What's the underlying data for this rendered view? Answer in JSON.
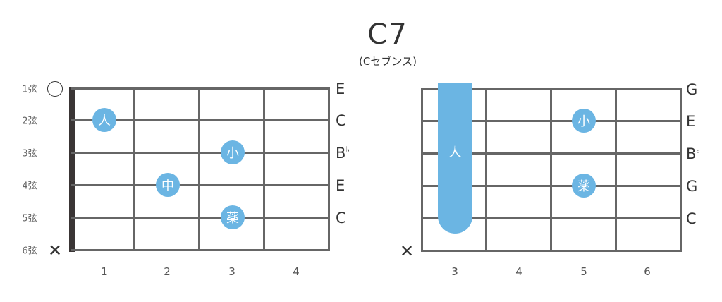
{
  "title": "C7",
  "subtitle": "(Cセブンス)",
  "left": {
    "string_labels": [
      "1弦",
      "2弦",
      "3弦",
      "4弦",
      "5弦",
      "6弦"
    ],
    "notes": [
      "E",
      "C",
      "B",
      "E",
      "C"
    ],
    "flat": "♭",
    "fret_numbers": [
      "1",
      "2",
      "3",
      "4"
    ],
    "open_marker": "○",
    "mute_marker": "✕",
    "fingers": [
      {
        "string": 2,
        "fret": 1,
        "label": "人"
      },
      {
        "string": 3,
        "fret": 3,
        "label": "小"
      },
      {
        "string": 4,
        "fret": 2,
        "label": "中"
      },
      {
        "string": 5,
        "fret": 3,
        "label": "薬"
      }
    ]
  },
  "right": {
    "notes": [
      "G",
      "E",
      "B",
      "G",
      "C"
    ],
    "flat": "♭",
    "fret_numbers": [
      "3",
      "4",
      "5",
      "6"
    ],
    "mute_marker": "✕",
    "barre": {
      "fret": 3,
      "strings": "1-5",
      "label": "人"
    },
    "fingers": [
      {
        "string": 2,
        "fret": 5,
        "label": "小"
      },
      {
        "string": 4,
        "fret": 5,
        "label": "薬"
      }
    ]
  },
  "colors": {
    "finger": "#6bb5e3",
    "grid": "#666666",
    "nut": "#3a3535"
  }
}
